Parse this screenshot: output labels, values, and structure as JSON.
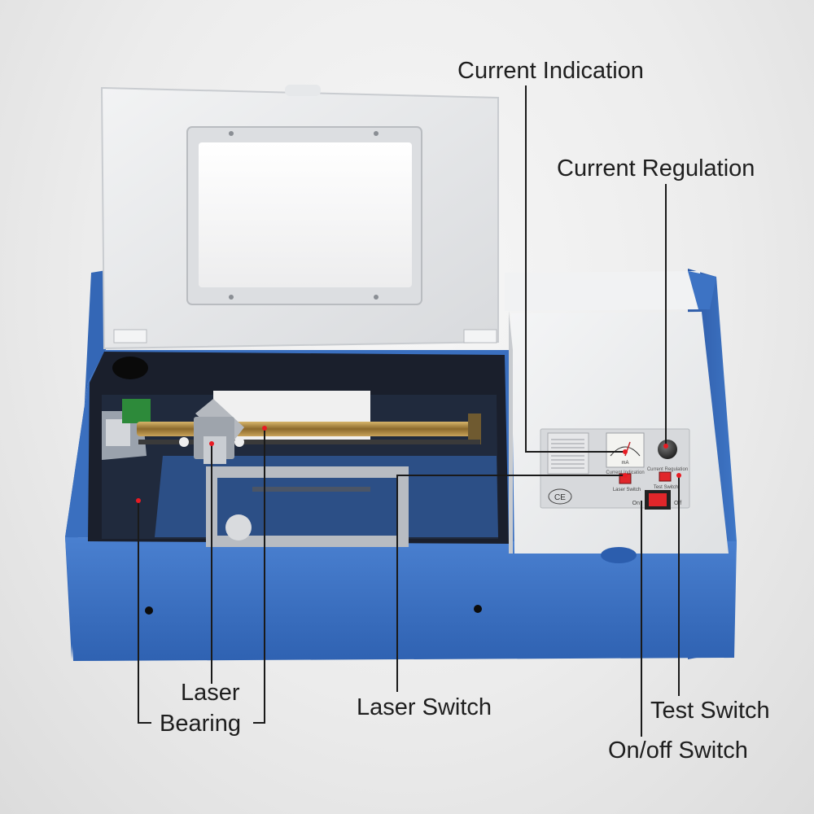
{
  "callouts": {
    "current_indication": "Current Indication",
    "current_regulation": "Current Regulation",
    "laser_line1": "Laser",
    "laser_line2": "Bearing",
    "laser_switch": "Laser Switch",
    "test_switch": "Test Switch",
    "onoff_switch": "On/off Switch"
  },
  "panel": {
    "ce_mark": "CE",
    "laser_switch_label": "Laser Switch",
    "test_switch_label": "Test Switch",
    "on_label": "On",
    "off_label": "Off",
    "ammeter_label": "Current Indication",
    "knob_label": "Current Regulation",
    "meter_unit": "mA"
  },
  "colors": {
    "body_blue": "#3a6fc0",
    "lid_gray": "#e6e7e9",
    "panel_white": "#eceef0",
    "switch_red": "#e0262a",
    "marker_red": "#e81b23"
  }
}
